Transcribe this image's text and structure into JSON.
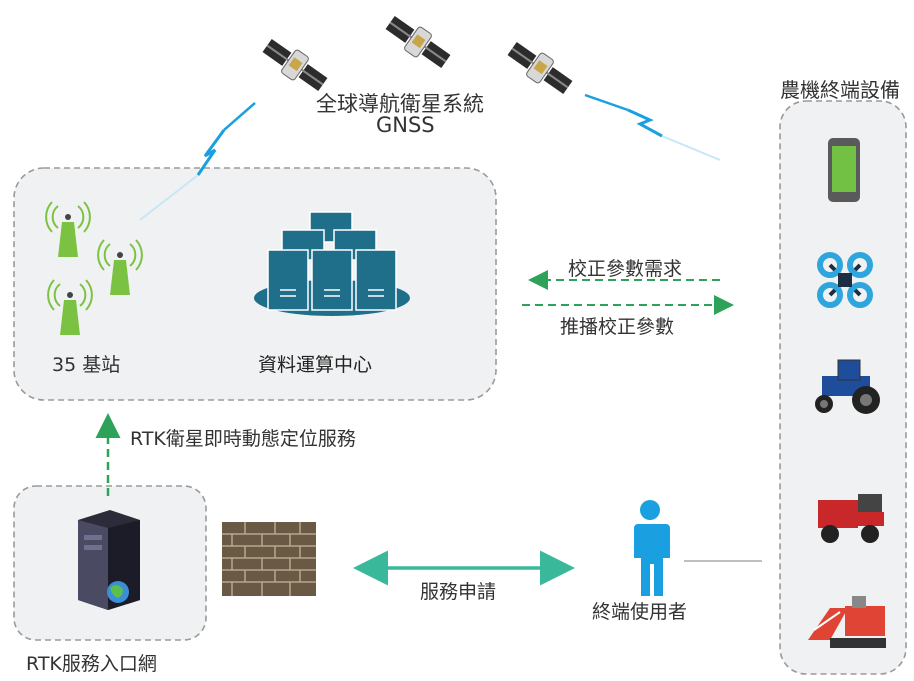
{
  "gnss": {
    "title": "全球導航衛星系統",
    "subtitle": "GNSS"
  },
  "stations": {
    "label": "35 基站"
  },
  "datacenter": {
    "label": "資料運算中心"
  },
  "devices": {
    "title": "農機終端設備",
    "items": [
      "smartphone",
      "drone",
      "tractor",
      "utility-vehicle",
      "rice-harvester"
    ]
  },
  "arrows": {
    "request": "校正參數需求",
    "push": "推播校正參數",
    "rtk_service": "RTK衛星即時動態定位服務",
    "apply": "服務申請"
  },
  "gateway": {
    "label": "RTK服務入口網"
  },
  "user": {
    "label": "終端使用者"
  },
  "colors": {
    "accent": "#1f6f8b",
    "green": "#2fa25a",
    "teal": "#3ab89a",
    "tower": "#7cc242",
    "signal": "#1aa0e0"
  }
}
